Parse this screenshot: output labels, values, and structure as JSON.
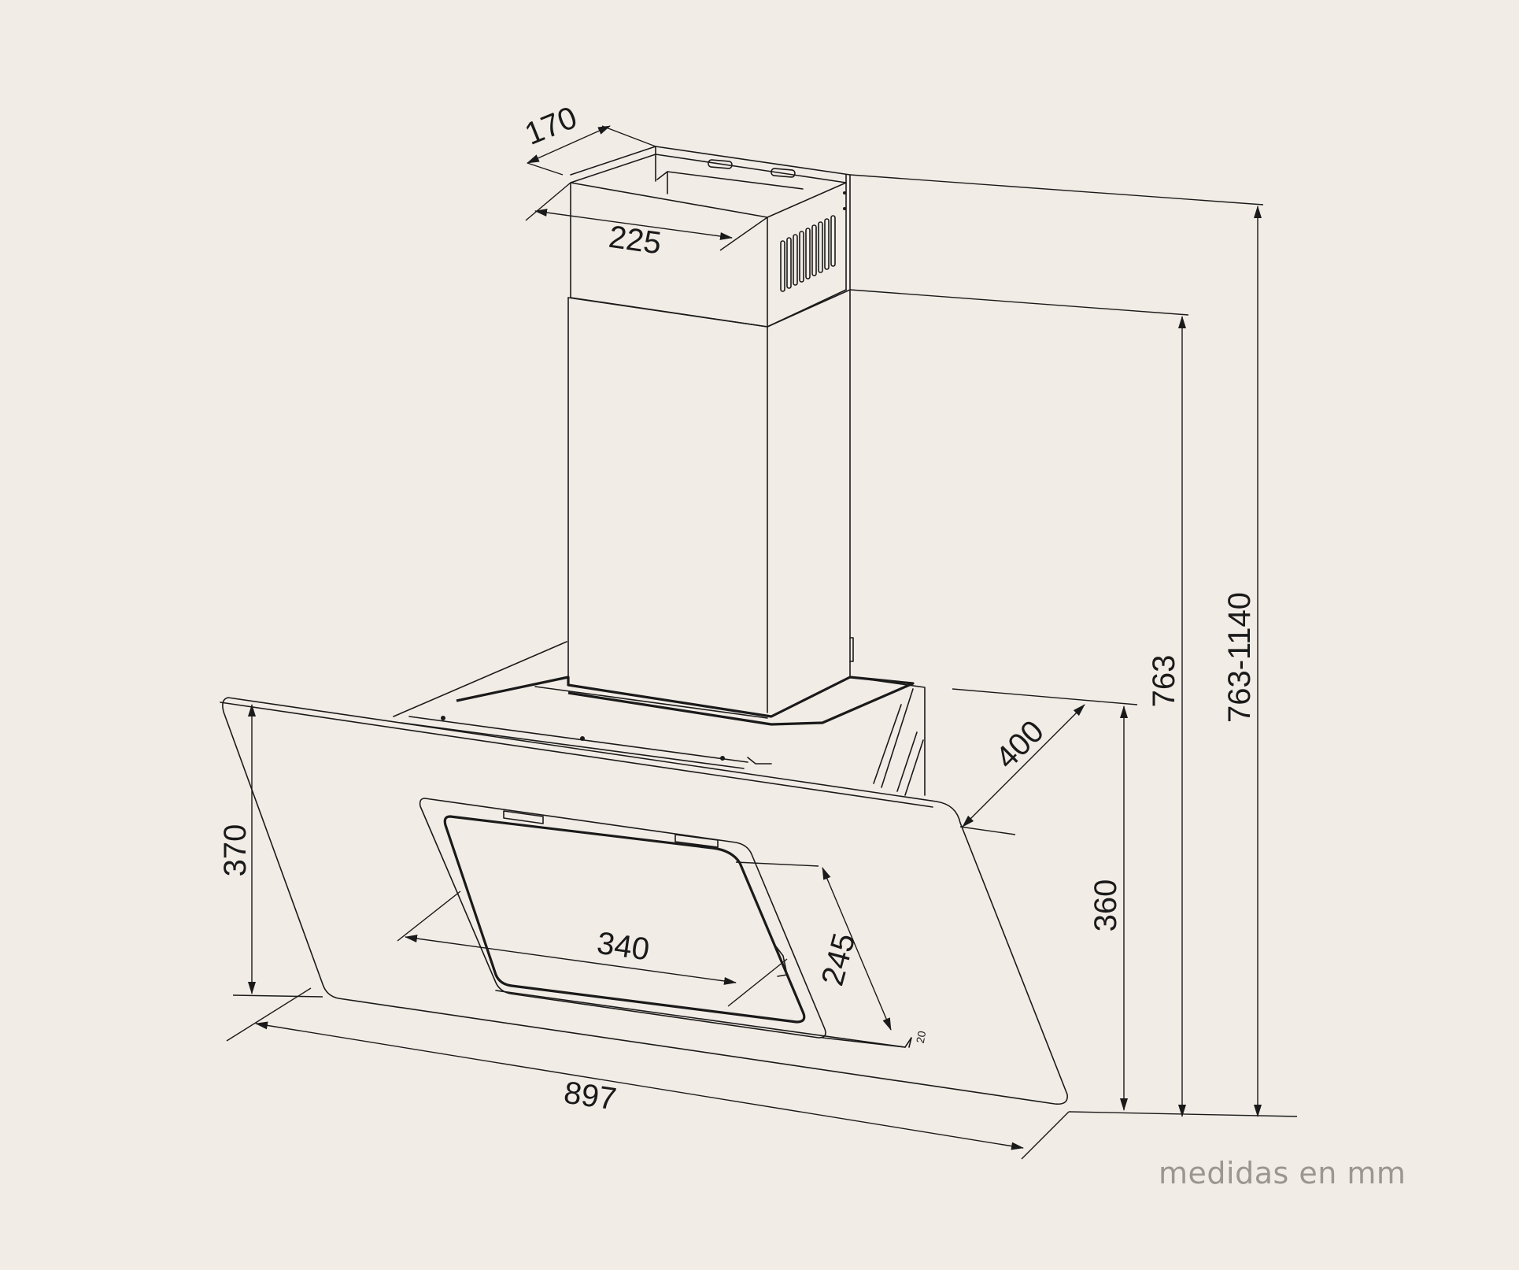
{
  "diagram": {
    "dimensions": {
      "duct_depth": "170",
      "duct_width": "225",
      "hood_depth": "400",
      "chimney_height": "763",
      "total_height_range": "763-1140",
      "glass_height": "370",
      "filter_width": "340",
      "filter_height": "245",
      "filter_offset": "20",
      "body_height": "360",
      "hood_width": "897"
    },
    "units_note": "medidas en mm",
    "colors": {
      "background": "#f2ece6",
      "line": "#1a1a1a",
      "note": "#9b9691"
    }
  }
}
